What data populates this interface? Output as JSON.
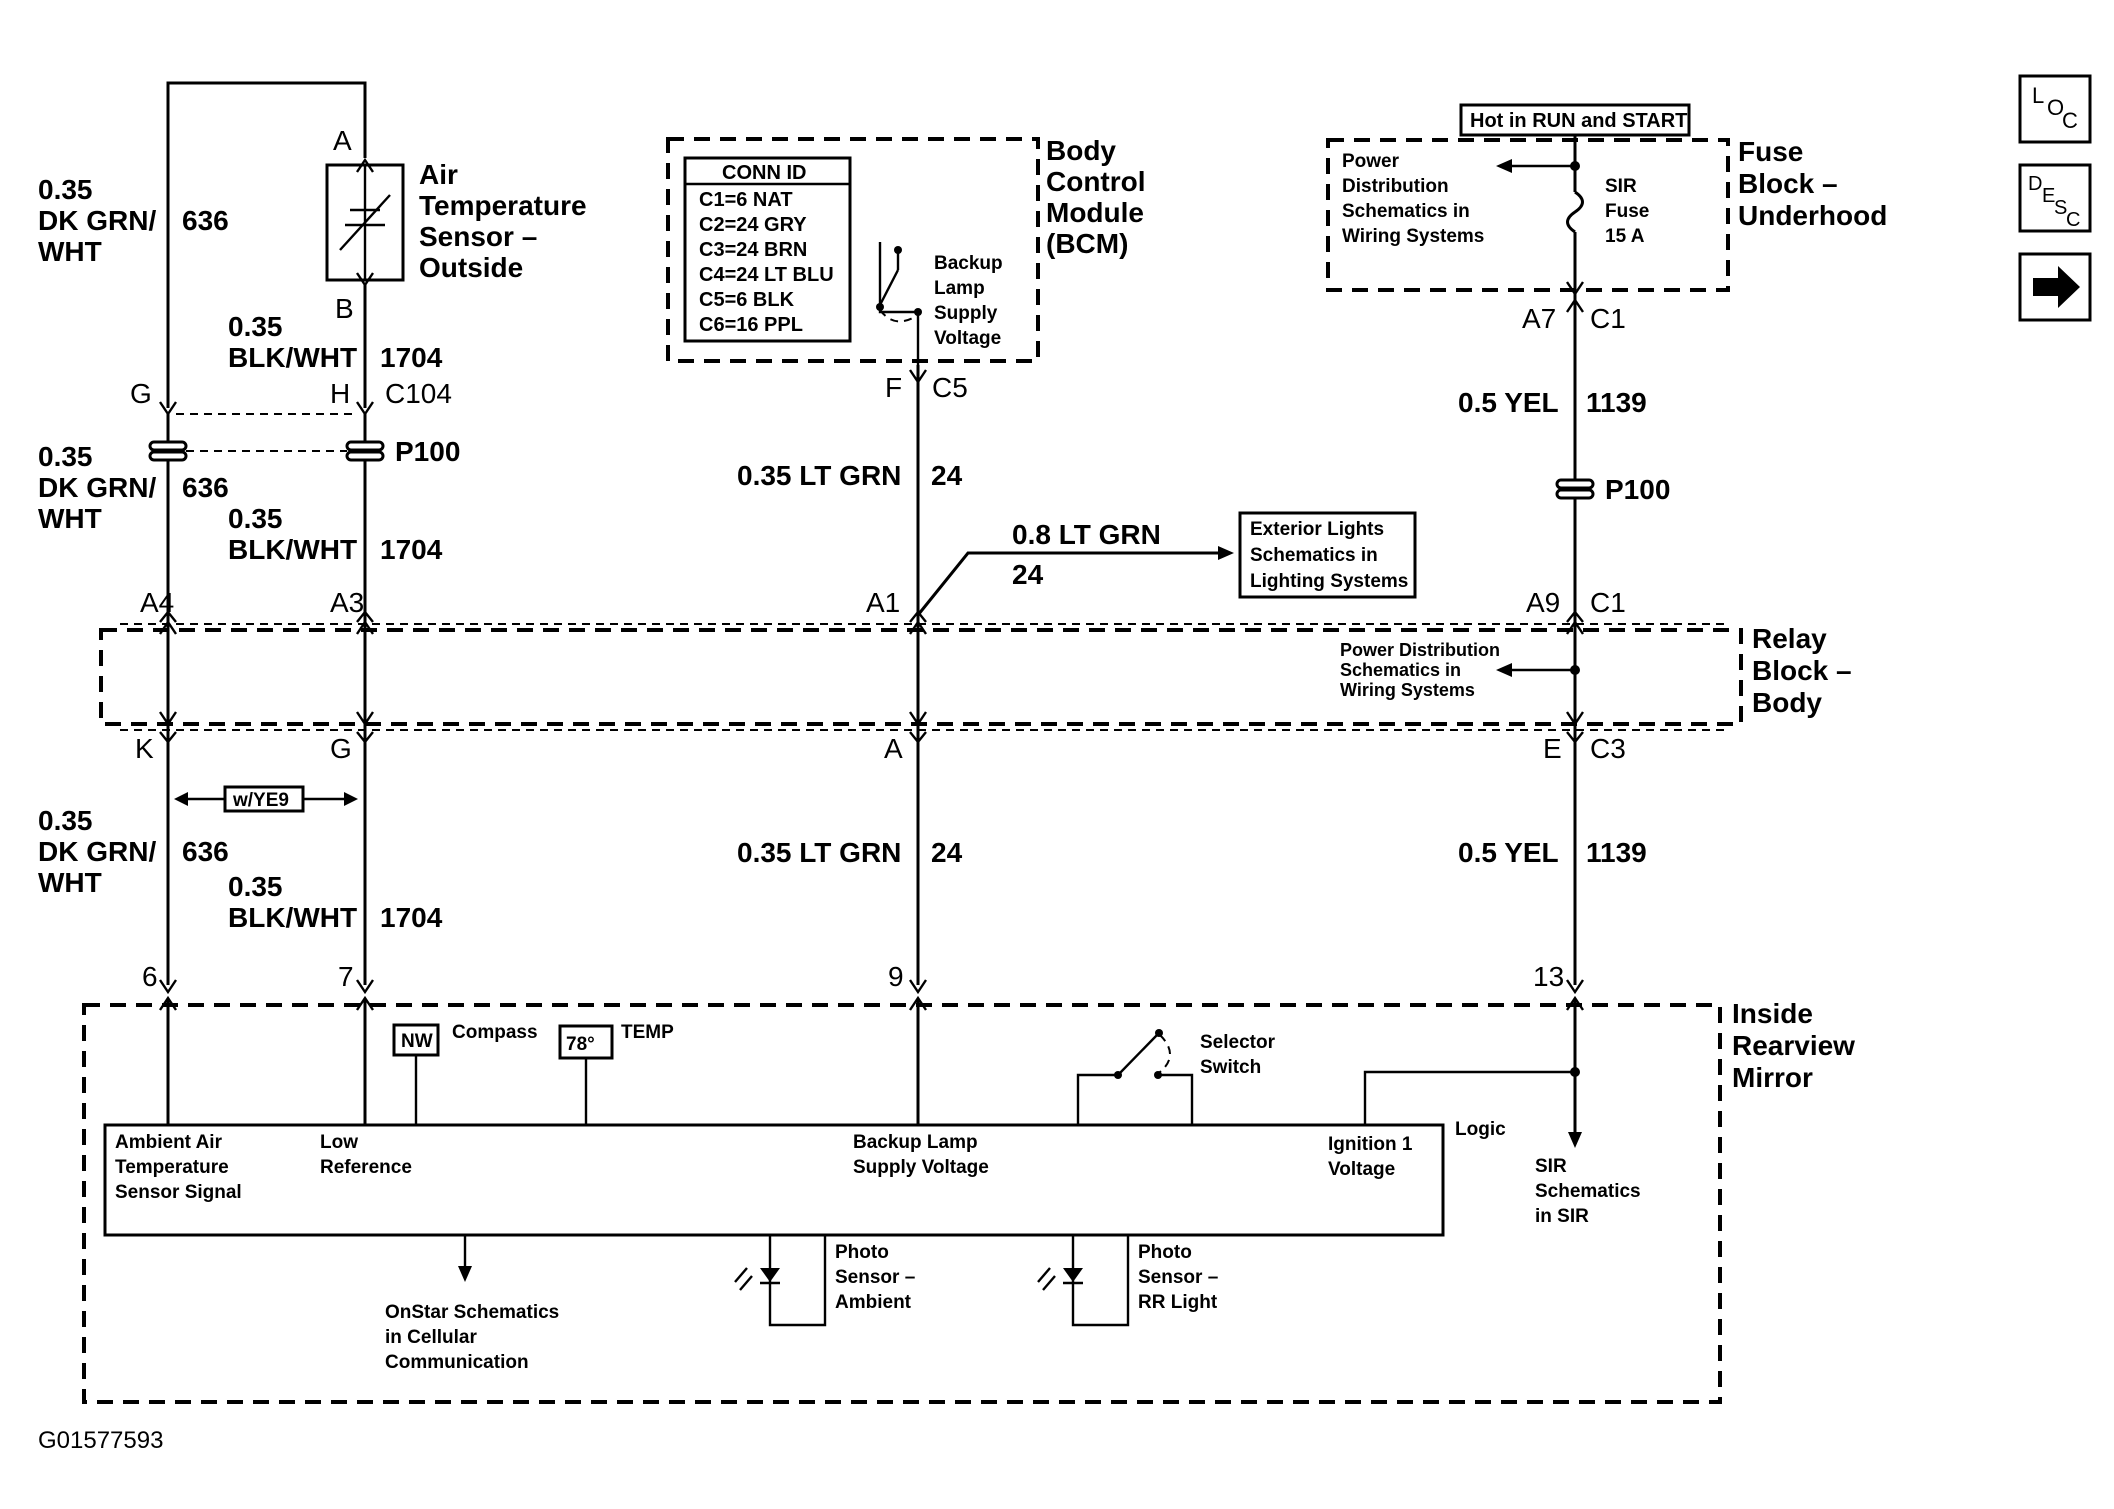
{
  "nav": {
    "loc_label": "LOC",
    "desc_label": "DESC",
    "next_icon": "arrow-right-icon"
  },
  "figure_id": "G01577593",
  "components": {
    "air_temp_sensor": {
      "line1": "Air",
      "line2": "Temperature",
      "line3": "Sensor –",
      "line4": "Outside",
      "pin_top": "A",
      "pin_bottom": "B"
    },
    "bcm": {
      "line1": "Body",
      "line2": "Control",
      "line3": "Module",
      "line4": "(BCM)",
      "conn_id_title": "CONN ID",
      "conn_ids": [
        "C1=6 NAT",
        "C2=24 GRY",
        "C3=24 BRN",
        "C4=24 LT BLU",
        "C5=6 BLK",
        "C6=16 PPL"
      ],
      "backup_label": [
        "Backup",
        "Lamp",
        "Supply",
        "Voltage"
      ]
    },
    "fuse_block": {
      "line1": "Fuse",
      "line2": "Block –",
      "line3": "Underhood",
      "hot_label": "Hot in RUN and START",
      "power_dist": [
        "Power",
        "Distribution",
        "Schematics in",
        "Wiring Systems"
      ],
      "fuse": [
        "SIR",
        "Fuse",
        "15 A"
      ]
    },
    "relay_block": {
      "line1": "Relay",
      "line2": "Block –",
      "line3": "Body",
      "power_dist": [
        "Power Distribution",
        "Schematics in",
        "Wiring Systems"
      ]
    },
    "exterior_lights": [
      "Exterior Lights",
      "Schematics in",
      "Lighting Systems"
    ],
    "mirror": {
      "line1": "Inside",
      "line2": "Rearview",
      "line3": "Mirror",
      "compass_box": "NW",
      "compass_label": "Compass",
      "temp_box": "78°",
      "temp_label": "TEMP",
      "selector": [
        "Selector",
        "Switch"
      ],
      "logic": "Logic",
      "ambient": [
        "Ambient Air",
        "Temperature",
        "Sensor Signal"
      ],
      "low_ref": [
        "Low",
        "Reference"
      ],
      "backup": [
        "Backup Lamp",
        "Supply Voltage"
      ],
      "ign": [
        "Ignition 1",
        "Voltage"
      ],
      "sir": [
        "SIR",
        "Schematics",
        "in SIR"
      ],
      "onstar": [
        "OnStar Schematics",
        "in Cellular",
        "Communication"
      ],
      "photo_ambient": [
        "Photo",
        "Sensor –",
        "Ambient"
      ],
      "photo_rr": [
        "Photo",
        "Sensor –",
        "RR Light"
      ]
    }
  },
  "connectors": {
    "c104": "C104",
    "p100": "P100",
    "c5": "C5",
    "c1": "C1",
    "c3": "C3",
    "wye9": "w/YE9",
    "pins": {
      "g": "G",
      "h": "H",
      "f": "F",
      "a7": "A7",
      "a4": "A4",
      "a3": "A3",
      "a1": "A1",
      "a9": "A9",
      "k": "K",
      "g2": "G",
      "a": "A",
      "e": "E",
      "p6": "6",
      "p7": "7",
      "p9": "9",
      "p13": "13"
    }
  },
  "wires": {
    "w636": {
      "size": "0.35",
      "color1": "DK GRN/",
      "color2": "WHT",
      "circuit": "636"
    },
    "w1704": {
      "size": "0.35",
      "color": "BLK/WHT",
      "circuit": "1704"
    },
    "w24": {
      "label": "0.35 LT GRN",
      "circuit": "24"
    },
    "w24b": {
      "label": "0.8 LT GRN",
      "circuit": "24"
    },
    "w1139": {
      "label": "0.5 YEL",
      "circuit": "1139"
    }
  }
}
